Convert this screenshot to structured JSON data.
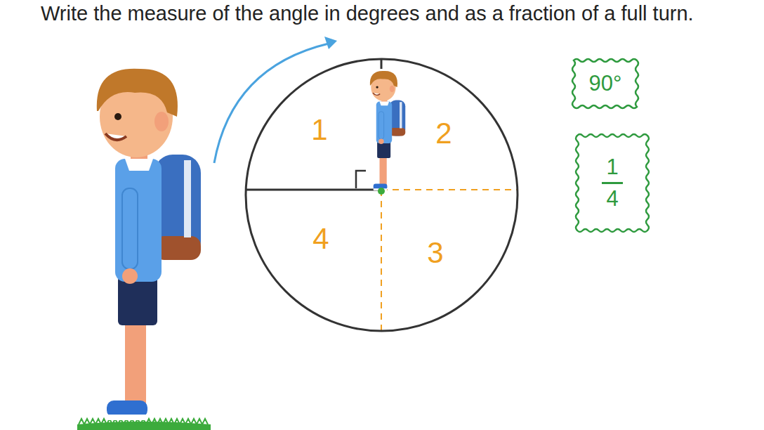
{
  "diagram": {
    "title": "Write the measure of the angle in degrees and as a fraction of a full turn.",
    "nodes": [
      {
        "text": [
          "1",
          "2",
          "4",
          "3"
        ]
      },
      {
        "text": [
          "90°"
        ]
      },
      {
        "text": [
          "1",
          "4"
        ]
      }
    ]
  }
}
